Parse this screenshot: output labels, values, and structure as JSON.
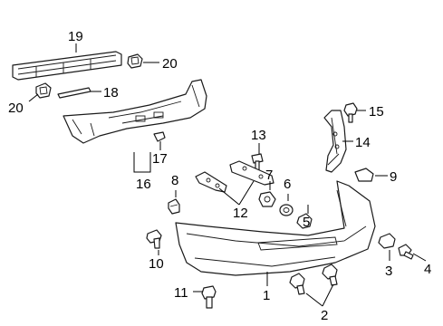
{
  "callouts": [
    {
      "id": "1",
      "label": "1"
    },
    {
      "id": "2",
      "label": "2"
    },
    {
      "id": "3",
      "label": "3"
    },
    {
      "id": "4",
      "label": "4"
    },
    {
      "id": "5",
      "label": "5"
    },
    {
      "id": "6",
      "label": "6"
    },
    {
      "id": "7",
      "label": "7"
    },
    {
      "id": "8",
      "label": "8"
    },
    {
      "id": "9",
      "label": "9"
    },
    {
      "id": "10",
      "label": "10"
    },
    {
      "id": "11",
      "label": "11"
    },
    {
      "id": "12",
      "label": "12"
    },
    {
      "id": "13",
      "label": "13"
    },
    {
      "id": "14",
      "label": "14"
    },
    {
      "id": "15",
      "label": "15"
    },
    {
      "id": "16",
      "label": "16"
    },
    {
      "id": "17",
      "label": "17"
    },
    {
      "id": "18",
      "label": "18"
    },
    {
      "id": "19",
      "label": "19"
    },
    {
      "id": "20a",
      "label": "20"
    },
    {
      "id": "20b",
      "label": "20"
    }
  ]
}
